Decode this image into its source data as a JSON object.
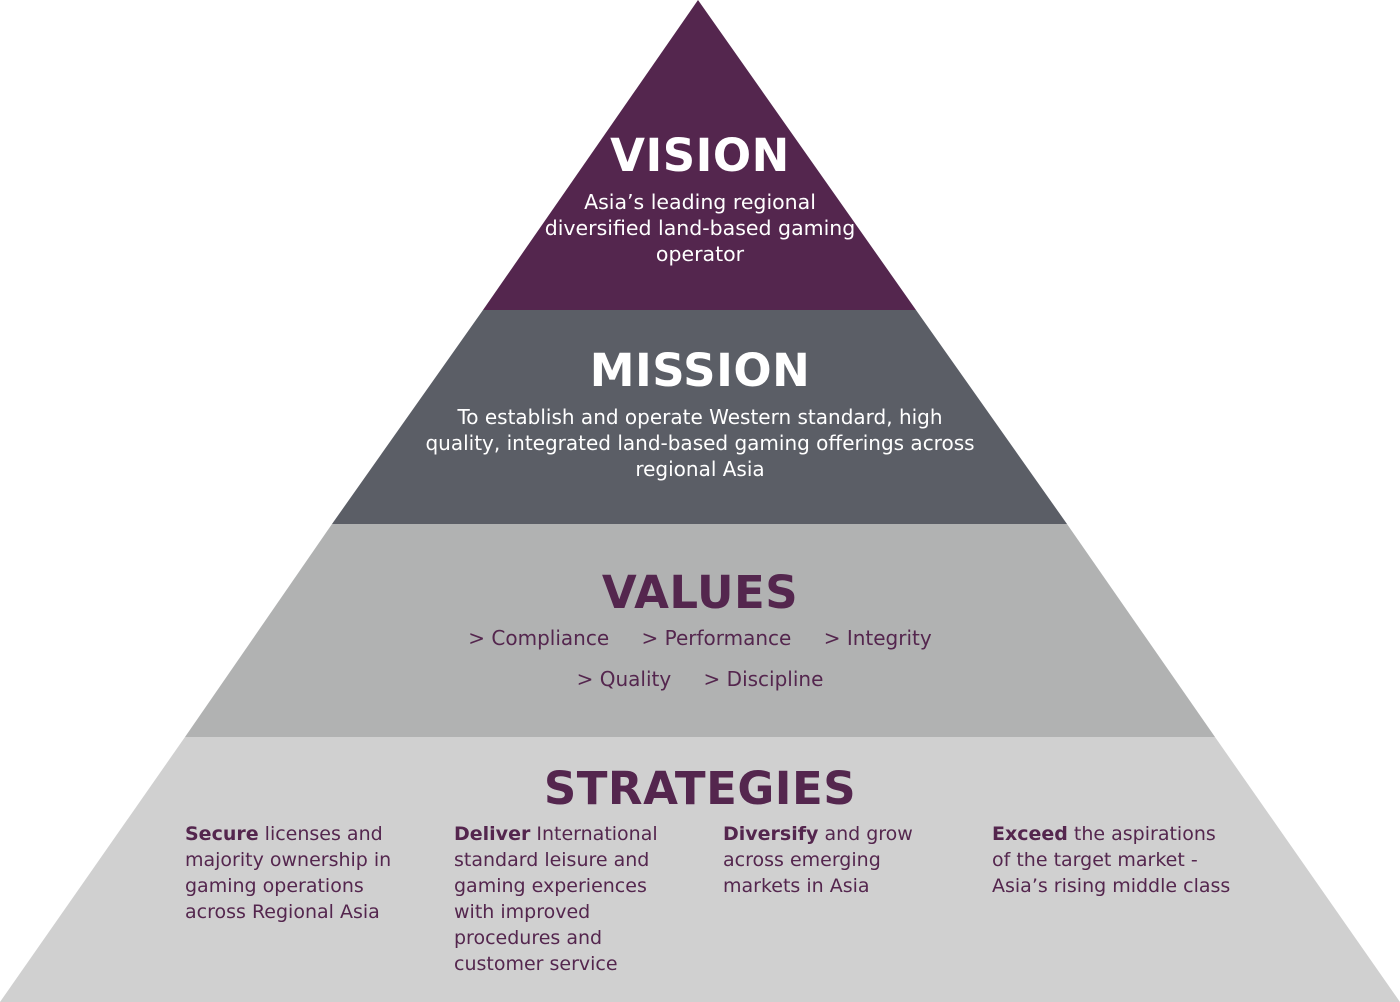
{
  "colors": {
    "vision_fill": "#54264e",
    "mission_fill": "#5b5e66",
    "values_fill": "#b1b2b2",
    "strategies_fill": "#d0d0d0",
    "heading_dark": "#54264e",
    "heading_light": "#ffffff"
  },
  "vision": {
    "title": "VISION",
    "text": "Asia’s leading regional diversified land-based gaming operator"
  },
  "mission": {
    "title": "MISSION",
    "text": "To establish and operate Western standard, high quality, integrated land-based gaming offerings across regional Asia"
  },
  "values": {
    "title": "VALUES",
    "items": [
      "> Compliance",
      "> Performance",
      "> Integrity",
      "> Quality",
      "> Discipline"
    ]
  },
  "strategies": {
    "title": "STRATEGIES",
    "items": [
      {
        "keyword": "Secure",
        "text": " licenses and majority ownership in gaming operations across Regional Asia"
      },
      {
        "keyword": "Deliver",
        "text": " International standard leisure and gaming experiences with improved procedures and customer service"
      },
      {
        "keyword": "Diversify",
        "text": " and grow across emerging markets in Asia"
      },
      {
        "keyword": "Exceed",
        "text": " the aspirations of the target market - Asia’s rising middle class"
      }
    ]
  }
}
